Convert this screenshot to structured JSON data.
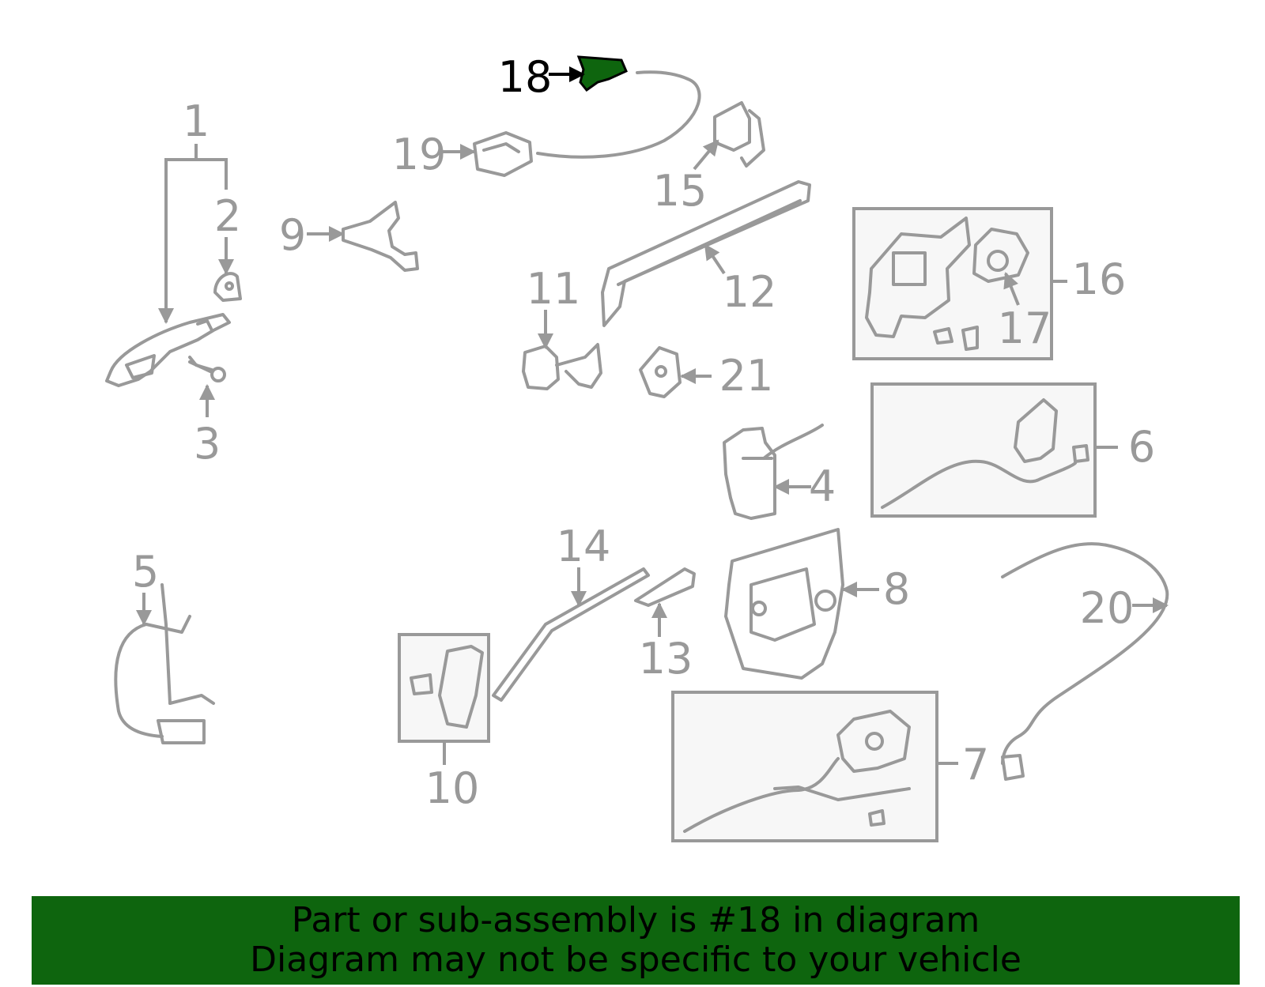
{
  "diagram": {
    "callouts": [
      {
        "id": "1",
        "text": "1"
      },
      {
        "id": "2",
        "text": "2"
      },
      {
        "id": "3",
        "text": "3"
      },
      {
        "id": "4",
        "text": "4"
      },
      {
        "id": "5",
        "text": "5"
      },
      {
        "id": "6",
        "text": "6"
      },
      {
        "id": "7",
        "text": "7"
      },
      {
        "id": "8",
        "text": "8"
      },
      {
        "id": "9",
        "text": "9"
      },
      {
        "id": "10",
        "text": "10"
      },
      {
        "id": "11",
        "text": "11"
      },
      {
        "id": "12",
        "text": "12"
      },
      {
        "id": "13",
        "text": "13"
      },
      {
        "id": "14",
        "text": "14"
      },
      {
        "id": "15",
        "text": "15"
      },
      {
        "id": "16",
        "text": "16"
      },
      {
        "id": "17",
        "text": "17"
      },
      {
        "id": "18",
        "text": "18"
      },
      {
        "id": "19",
        "text": "19"
      },
      {
        "id": "20",
        "text": "20"
      },
      {
        "id": "21",
        "text": "21"
      }
    ],
    "highlighted_part": "18",
    "colors": {
      "part_line": "#999999",
      "highlight_fill": "#0e650e",
      "highlight_label": "#000000",
      "box_fill": "#f7f7f7",
      "banner_bg": "#0e650e"
    }
  },
  "banner": {
    "line1": "Part or sub-assembly is #18 in diagram",
    "line2": "Diagram may not be specific to your vehicle"
  }
}
